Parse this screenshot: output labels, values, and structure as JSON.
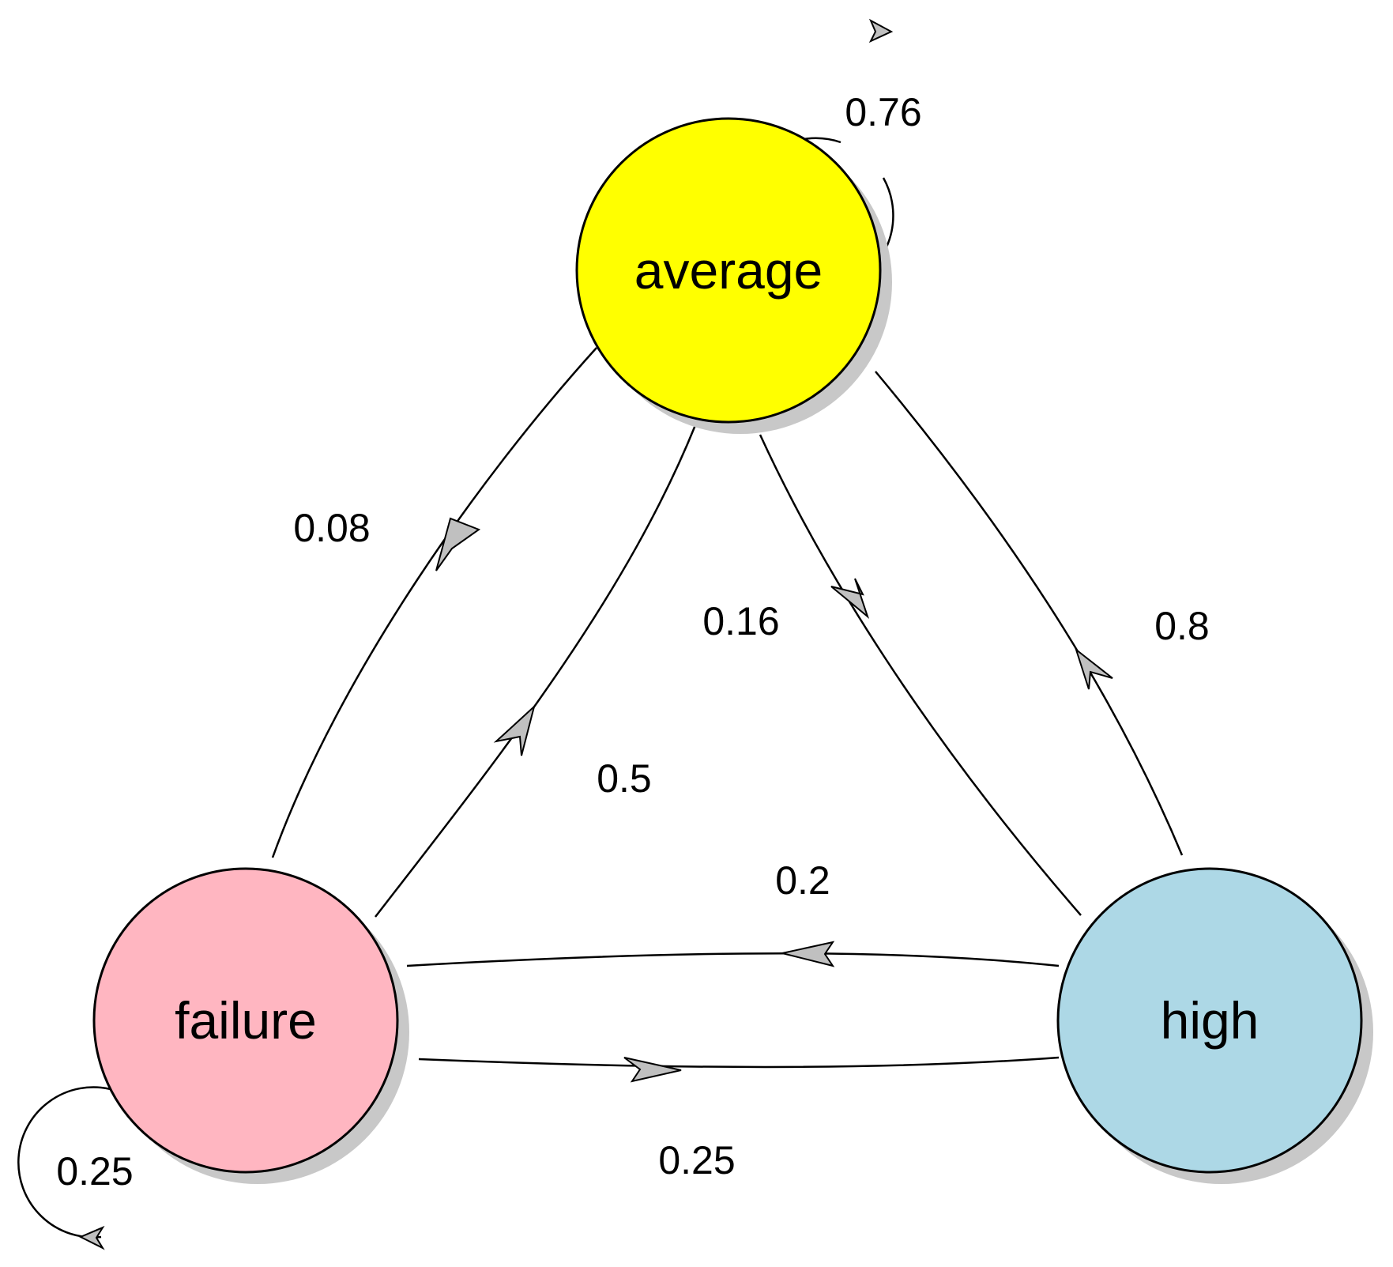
{
  "nodes": {
    "average": {
      "label": "average",
      "color": "#ffff00"
    },
    "failure": {
      "label": "failure",
      "color": "#ffb6c1"
    },
    "high": {
      "label": "high",
      "color": "#add8e6"
    }
  },
  "edges": {
    "average_average": {
      "from": "average",
      "to": "average",
      "label": "0.76"
    },
    "average_failure": {
      "from": "average",
      "to": "failure",
      "label": "0.08"
    },
    "average_high": {
      "from": "average",
      "to": "high",
      "label": "0.16"
    },
    "failure_average": {
      "from": "failure",
      "to": "average",
      "label": "0.5"
    },
    "failure_high": {
      "from": "failure",
      "to": "high",
      "label": "0.25"
    },
    "failure_failure": {
      "from": "failure",
      "to": "failure",
      "label": "0.25"
    },
    "high_average": {
      "from": "high",
      "to": "average",
      "label": "0.8"
    },
    "high_failure": {
      "from": "high",
      "to": "failure",
      "label": "0.2"
    }
  }
}
